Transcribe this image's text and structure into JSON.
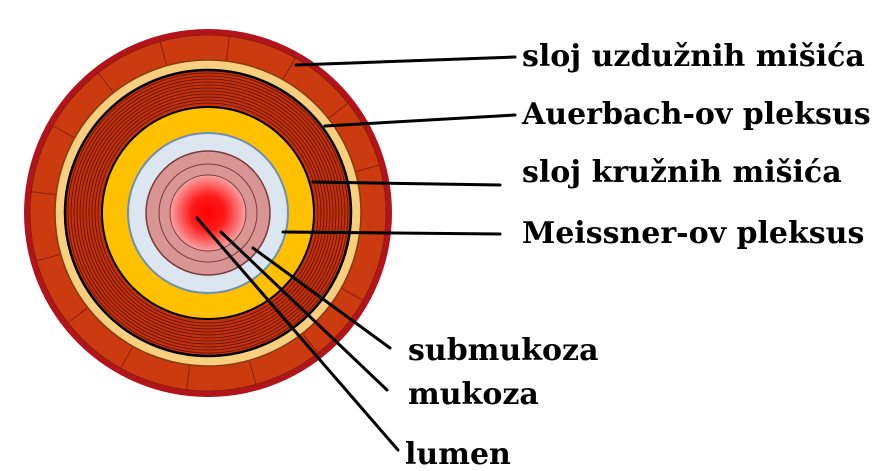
{
  "labels": {
    "outer_longitudinal_muscle": "sloj uzdužnih mišića",
    "auerbach_plexus": "Auerbach-ov pleksus",
    "circular_muscle": "sloj kružnih mišića",
    "meissner_plexus": "Meissner-ov pleksus",
    "submucosa": "submukoza",
    "mucosa": "mukoza",
    "lumen": "lumen"
  },
  "colors": {
    "outer_rim": "#b3141c",
    "longitudinal_muscle": "#cc3a10",
    "auerbach_band": "#f7cf7e",
    "circular_muscle": "#c3300c",
    "meissner_band": "#ffc000",
    "submucosa": "#dce6f1",
    "mucosa": "#d99594",
    "lumen_center": "#ff0000",
    "line": "#000000"
  }
}
